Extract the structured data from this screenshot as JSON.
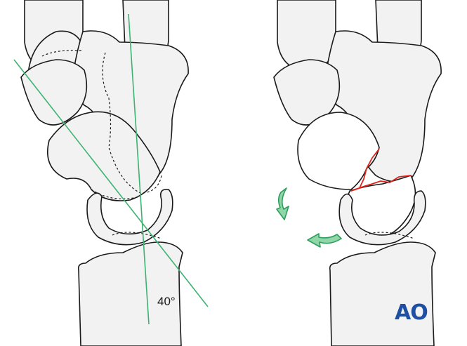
{
  "diagram": {
    "left_panel": {
      "description": "Lateral view of wrist showing carpal bones with green axis lines",
      "angle_label": "40°",
      "axis_color": "#3cb371"
    },
    "right_panel": {
      "description": "Lateral view of wrist showing fracture line and rotation arrows",
      "fracture_color": "#e2231a",
      "arrow_color": "#8fd6a8"
    },
    "logo": "AO",
    "logo_color": "#1f4fa3"
  }
}
